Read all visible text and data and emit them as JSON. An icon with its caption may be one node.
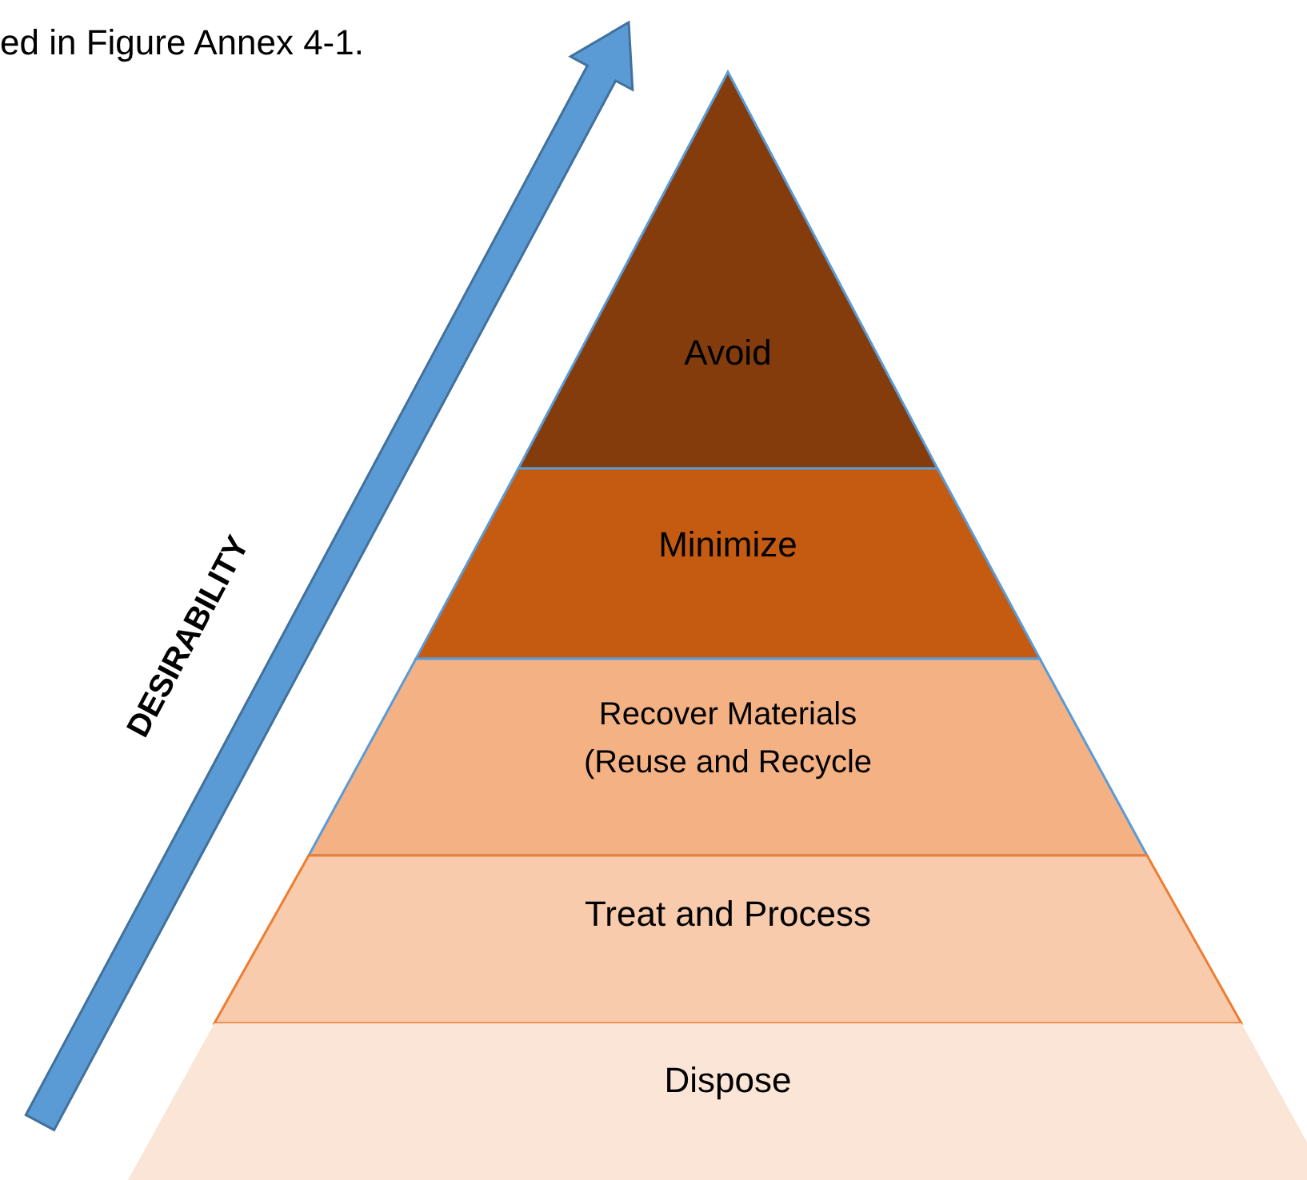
{
  "diagram": {
    "nodes": [
      {
        "text": [
          "Avoid"
        ]
      },
      {
        "text": [
          "Minimize"
        ]
      },
      {
        "text": [
          "Recover Materials (Reuse and Recycle"
        ]
      },
      {
        "text": [
          "Treat and Process"
        ]
      },
      {
        "text": [
          "Dispose"
        ]
      }
    ],
    "labels": [
      "ed in Figure Annex 4-1.",
      "DESIRABILITY"
    ]
  }
}
